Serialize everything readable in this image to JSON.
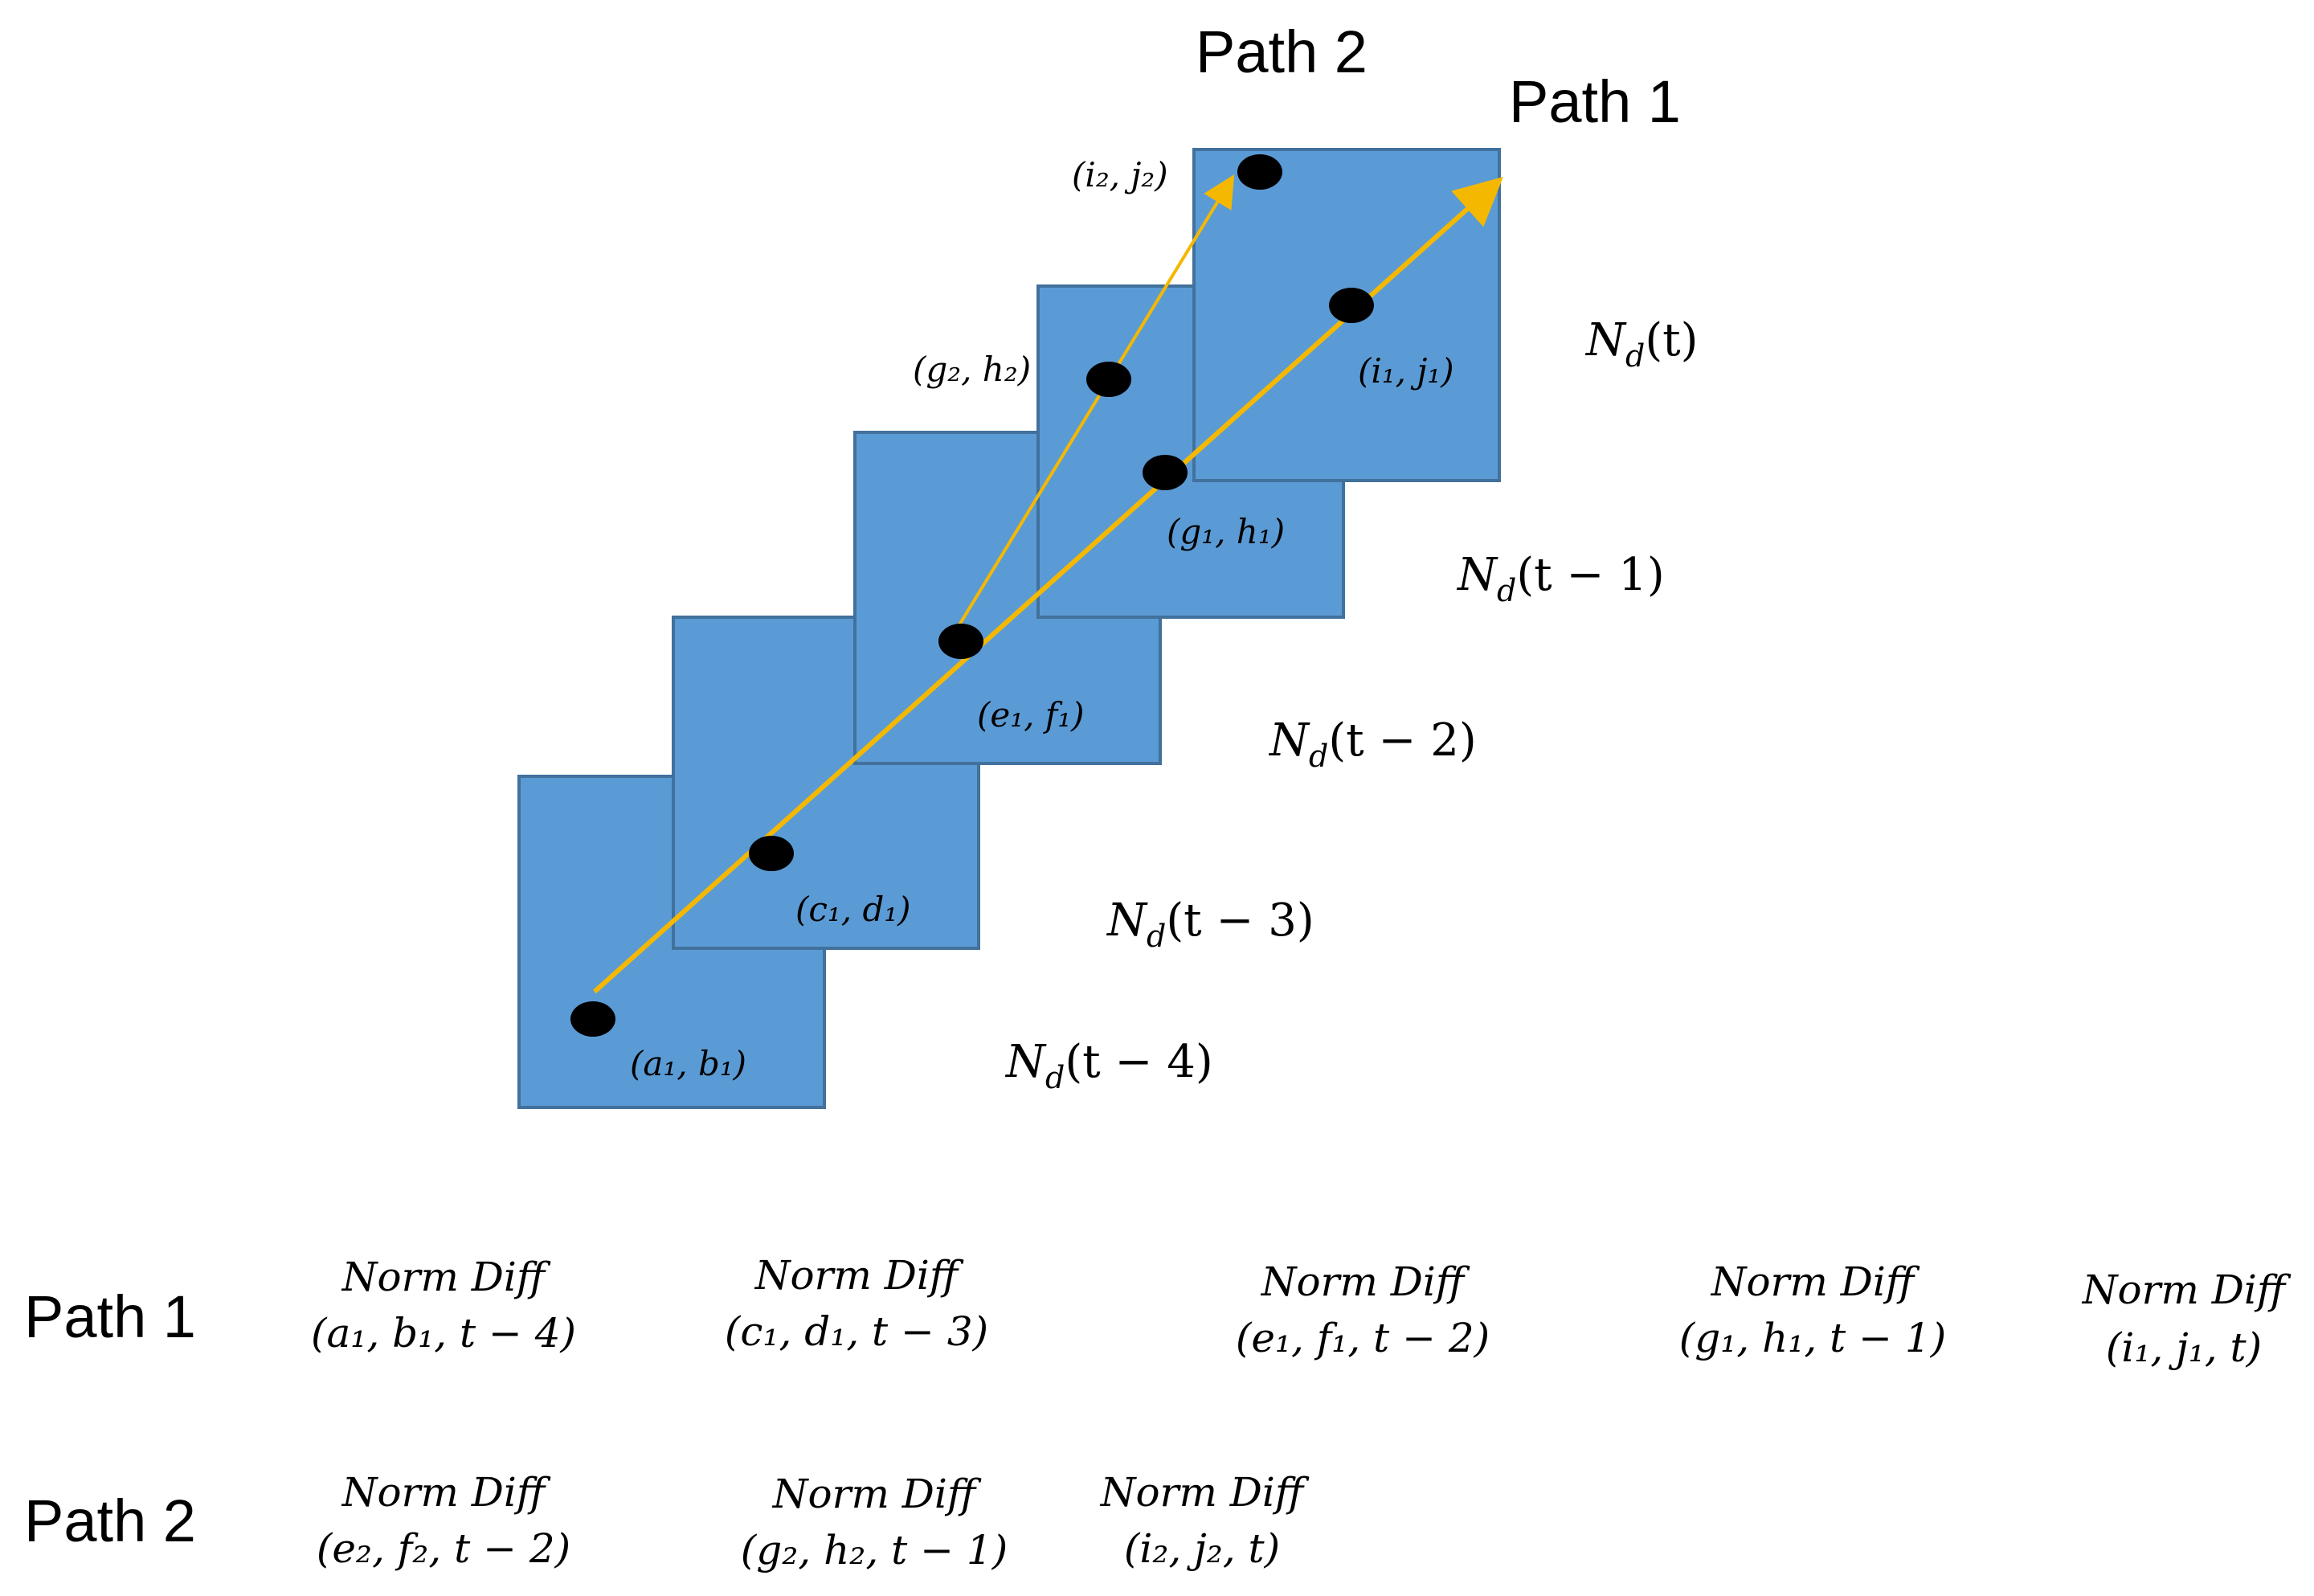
{
  "colors": {
    "frame_fill": "#5b9bd5",
    "frame_stroke": "#41719c",
    "arrow": "#f5b800",
    "point": "#000000",
    "text": "#000000"
  },
  "path_titles": {
    "path2": "Path 2",
    "path1": "Path 1"
  },
  "frames": [
    {
      "id": "t-4",
      "label": [
        "N",
        "d",
        "(t − 4)"
      ]
    },
    {
      "id": "t-3",
      "label": [
        "N",
        "d",
        "(t − 3)"
      ]
    },
    {
      "id": "t-2",
      "label": [
        "N",
        "d",
        "(t − 2)"
      ]
    },
    {
      "id": "t-1",
      "label": [
        "N",
        "d",
        "(t − 1)"
      ]
    },
    {
      "id": "t",
      "label": [
        "N",
        "d",
        "(t)"
      ]
    }
  ],
  "points": [
    {
      "id": "a1b1",
      "label": "(a₁, b₁)"
    },
    {
      "id": "c1d1",
      "label": "(c₁, d₁)"
    },
    {
      "id": "e1f1",
      "label": "(e₁, f₁)"
    },
    {
      "id": "g1h1",
      "label": "(g₁, h₁)"
    },
    {
      "id": "i1j1",
      "label": "(i₁, j₁)"
    },
    {
      "id": "g2h2",
      "label": "(g₂, h₂)"
    },
    {
      "id": "i2j2",
      "label": "(i₂, j₂)"
    }
  ],
  "table": {
    "rows": [
      {
        "name": "Path 1",
        "cells": [
          {
            "top": "Norm Diff",
            "bottom": "(a₁, b₁, t − 4)"
          },
          {
            "top": "Norm Diff",
            "bottom": "(c₁, d₁, t − 3)"
          },
          {
            "top": "Norm Diff",
            "bottom": "(e₁, f₁, t − 2)"
          },
          {
            "top": "Norm Diff",
            "bottom": "(g₁, h₁, t − 1)"
          },
          {
            "top": "Norm Diff",
            "bottom": "(i₁, j₁, t)"
          }
        ]
      },
      {
        "name": "Path 2",
        "cells": [
          {
            "top": "Norm Diff",
            "bottom": "(e₂, f₂, t − 2)"
          },
          {
            "top": "Norm Diff",
            "bottom": "(g₂, h₂, t − 1)"
          },
          {
            "top": "Norm Diff",
            "bottom": "(i₂, j₂, t)"
          }
        ]
      }
    ]
  }
}
